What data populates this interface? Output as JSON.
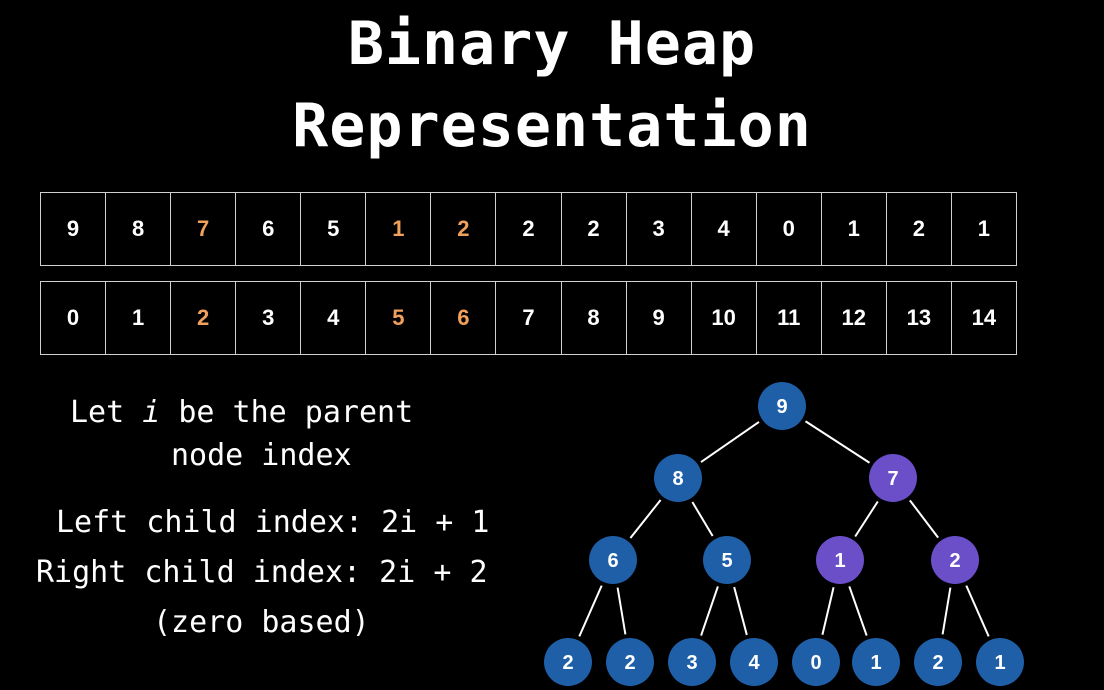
{
  "title": {
    "line1": "Binary Heap",
    "line2": "Representation"
  },
  "array": {
    "values": [
      "9",
      "8",
      "7",
      "6",
      "5",
      "1",
      "2",
      "2",
      "2",
      "3",
      "4",
      "0",
      "1",
      "2",
      "1"
    ],
    "indices": [
      "0",
      "1",
      "2",
      "3",
      "4",
      "5",
      "6",
      "7",
      "8",
      "9",
      "10",
      "11",
      "12",
      "13",
      "14"
    ],
    "highlighted_indices": [
      2,
      5,
      6
    ],
    "highlight_color": "#f0a05a"
  },
  "text": {
    "let_prefix": "Let ",
    "let_var": "i",
    "let_suffix": " be the parent",
    "let_line2": "node index",
    "left_child": "Left child index: 2i + 1",
    "right_child": "Right child index: 2i + 2",
    "zero_based": "(zero based)"
  },
  "tree": {
    "nodes": [
      "9",
      "8",
      "7",
      "6",
      "5",
      "1",
      "2",
      "2",
      "2",
      "3",
      "4",
      "0",
      "1",
      "2",
      "1"
    ],
    "highlighted_nodes": [
      2,
      5,
      6
    ],
    "node_color": "#1f5fa8",
    "highlight_color": "#6a4fc9",
    "edge_color": "#ffffff"
  }
}
